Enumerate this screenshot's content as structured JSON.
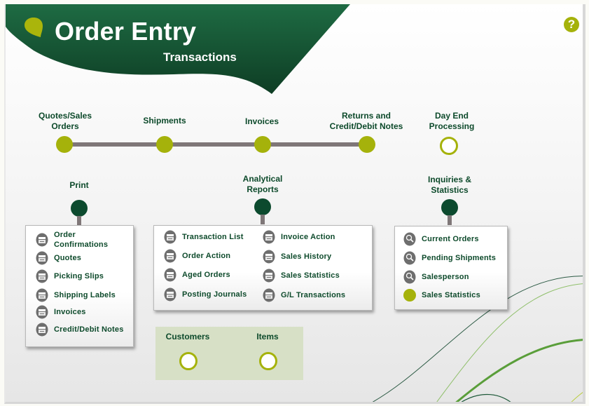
{
  "header": {
    "title": "Order Entry",
    "subtitle": "Transactions",
    "help_label": "?"
  },
  "colors": {
    "brand_dark_green": "#0c4a2e",
    "accent_olive": "#a5b20b",
    "label_green": "#0d4a2b",
    "track_gray": "#7f7778",
    "bottom_panel": "#d7e0c6"
  },
  "workflow": {
    "steps": [
      {
        "label_line1": "Quotes/Sales",
        "label_line2": "Orders",
        "state": "filled"
      },
      {
        "label_line1": "Shipments",
        "label_line2": "",
        "state": "filled"
      },
      {
        "label_line1": "Invoices",
        "label_line2": "",
        "state": "filled"
      },
      {
        "label_line1": "Returns and",
        "label_line2": "Credit/Debit Notes",
        "state": "filled"
      },
      {
        "label_line1": "Day End",
        "label_line2": "Processing",
        "state": "open"
      }
    ]
  },
  "groups": {
    "print": {
      "title": "Print",
      "icon": "printer-icon",
      "items": [
        "Order Confirmations",
        "Quotes",
        "Picking Slips",
        "Shipping Labels",
        "Invoices",
        "Credit/Debit Notes"
      ]
    },
    "analytical": {
      "title_line1": "Analytical",
      "title_line2": "Reports",
      "icon": "printer-icon",
      "left_items": [
        "Transaction List",
        "Order Action",
        "Aged Orders",
        "Posting Journals"
      ],
      "right_items": [
        "Invoice Action",
        "Sales History",
        "Sales Statistics",
        "G/L Transactions"
      ]
    },
    "inquiries": {
      "title_line1": "Inquiries &",
      "title_line2": "Statistics",
      "items": [
        {
          "label": "Current Orders",
          "icon": "magnifier-icon"
        },
        {
          "label": "Pending Shipments",
          "icon": "magnifier-icon"
        },
        {
          "label": "Salesperson",
          "icon": "magnifier-icon"
        },
        {
          "label": "Sales Statistics",
          "icon": "olive-dot-icon"
        }
      ]
    }
  },
  "maintenance": {
    "items": [
      {
        "label": "Customers"
      },
      {
        "label": "Items"
      }
    ]
  }
}
